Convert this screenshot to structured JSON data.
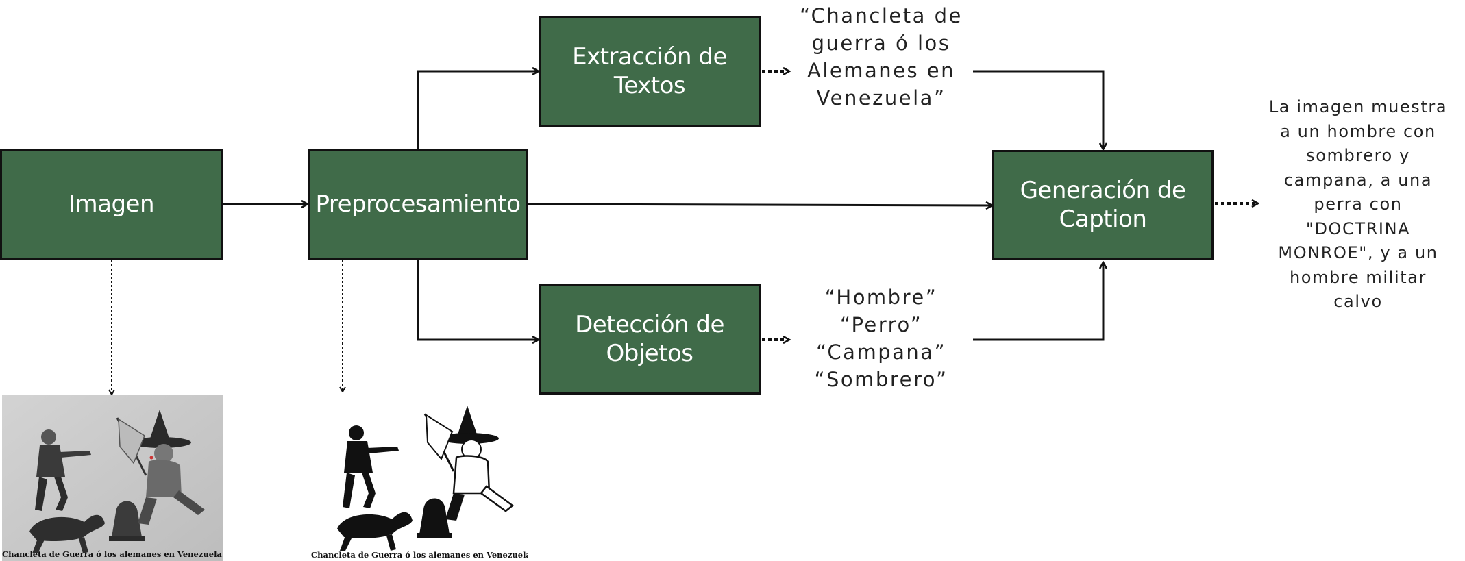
{
  "boxes": {
    "imagen": "Imagen",
    "preprocesamiento": "Preprocesamiento",
    "extraccion": "Extracción de Textos",
    "deteccion": "Detección de Objetos",
    "generacion": "Generación de Caption"
  },
  "extracted_text": "“Chancleta de\nguerra ó los\nAlemanes en\nVenezuela”",
  "detected_objects": "“Hombre”\n“Perro”\n“Campana”\n“Sombrero”",
  "output_caption": "La imagen muestra\na un hombre con\nsombrero y\ncampana, a una\nperra con\n\"DOCTRINA\nMONROE\", y a un\nhombre militar\ncalvo",
  "thumbnails": {
    "original_caption": "Chancleta de Guerra ó los alemanes en Venezuela.",
    "processed_caption": "Chancleta de Guerra ó los alemanes en Venezuela."
  },
  "colors": {
    "box_fill": "#406b49",
    "box_border": "#111111",
    "arrow": "#111111",
    "text": "#222222",
    "box_text": "#ffffff"
  }
}
